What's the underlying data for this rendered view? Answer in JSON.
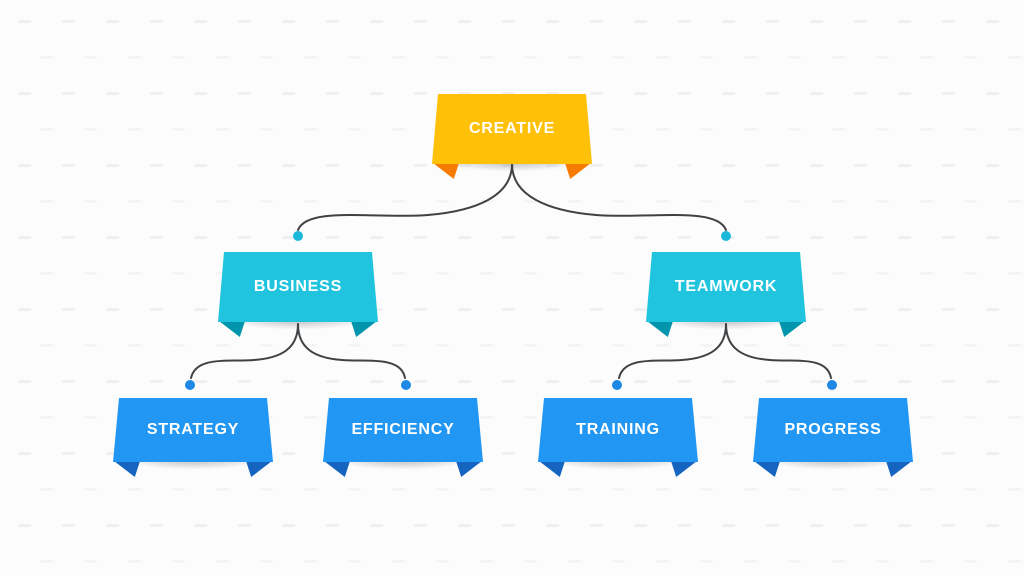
{
  "diagram": {
    "background_color": "#FCFCFC",
    "connector_color": "#3F4245",
    "watermark_color": "#ECECEC",
    "nodes": [
      {
        "id": "creative",
        "label": "CREATIVE",
        "level": 1,
        "fill": "#FFC107",
        "fold": "#F57C00",
        "text_color": "#FFFFFF"
      },
      {
        "id": "business",
        "label": "BUSINESS",
        "level": 2,
        "fill": "#20C4DE",
        "fold": "#0095AC",
        "text_color": "#FFFFFF"
      },
      {
        "id": "teamwork",
        "label": "TEAMWORK",
        "level": 2,
        "fill": "#20C4DE",
        "fold": "#0095AC",
        "text_color": "#FFFFFF"
      },
      {
        "id": "strategy",
        "label": "STRATEGY",
        "level": 3,
        "fill": "#2196F3",
        "fold": "#1565C0",
        "text_color": "#FFFFFF"
      },
      {
        "id": "efficiency",
        "label": "EFFICIENCY",
        "level": 3,
        "fill": "#2196F3",
        "fold": "#1565C0",
        "text_color": "#FFFFFF"
      },
      {
        "id": "training",
        "label": "TRAINING",
        "level": 3,
        "fill": "#2196F3",
        "fold": "#1565C0",
        "text_color": "#FFFFFF"
      },
      {
        "id": "progress",
        "label": "PROGRESS",
        "level": 3,
        "fill": "#2196F3",
        "fold": "#1565C0",
        "text_color": "#FFFFFF"
      }
    ],
    "edges": [
      {
        "from": "creative",
        "to": "business",
        "dot_color": "#1CB8DC"
      },
      {
        "from": "creative",
        "to": "teamwork",
        "dot_color": "#1CB8DC"
      },
      {
        "from": "business",
        "to": "strategy",
        "dot_color": "#1E88E5"
      },
      {
        "from": "business",
        "to": "efficiency",
        "dot_color": "#1E88E5"
      },
      {
        "from": "teamwork",
        "to": "training",
        "dot_color": "#1E88E5"
      },
      {
        "from": "teamwork",
        "to": "progress",
        "dot_color": "#1E88E5"
      }
    ]
  }
}
